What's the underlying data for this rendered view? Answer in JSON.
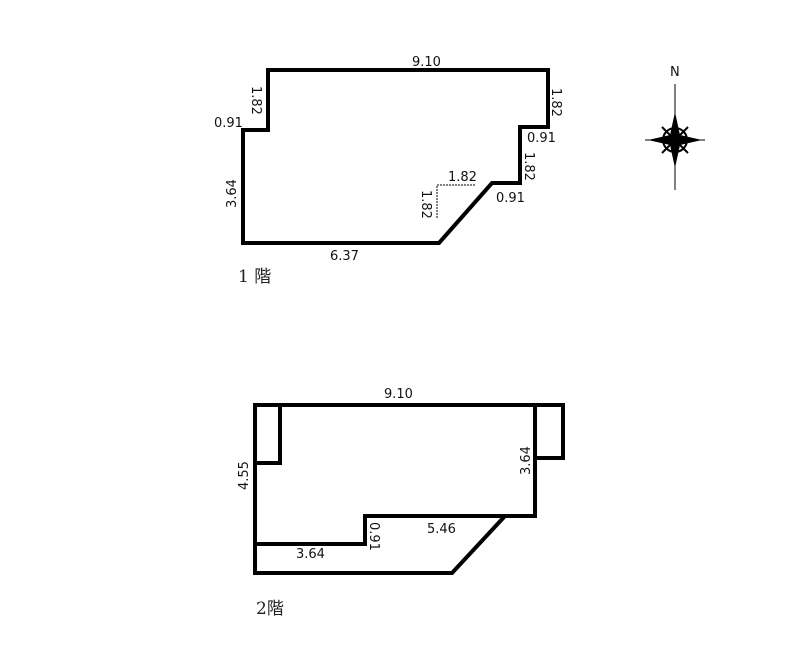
{
  "floor1": {
    "label": "1 階",
    "dims": {
      "top": "9.10",
      "left_upper": "1.82",
      "left_step": "0.91",
      "left": "3.64",
      "bottom": "6.37",
      "right_upper": "1.82",
      "right_step1": "0.91",
      "right_mid": "1.82",
      "right_step2": "0.91",
      "cut_h": "1.82",
      "cut_v": "1.82"
    }
  },
  "floor2": {
    "label": "2階",
    "dims": {
      "top": "9.10",
      "left": "4.55",
      "right": "3.64",
      "inner_step": "0.91",
      "inner_top": "5.46",
      "inner_bottom": "3.64"
    }
  },
  "compass": {
    "north": "N"
  }
}
